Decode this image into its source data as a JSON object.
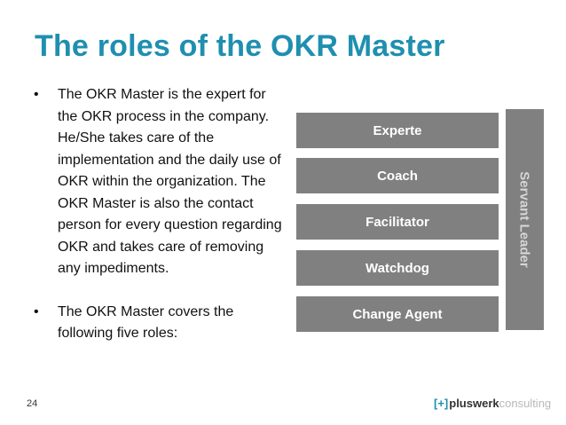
{
  "slide": {
    "title": "The roles of the OKR Master",
    "bullets": [
      "The OKR Master is the expert for the OKR process in the company. He/She takes care of the implementation and the daily use of OKR within the organization. The OKR Master is also the contact person for every question regarding OKR and takes care of removing any impediments.",
      "The OKR Master covers the following five roles:"
    ],
    "roles": [
      "Experte",
      "Coach",
      "Facilitator",
      "Watchdog",
      "Change Agent"
    ],
    "side_label": "Servant Leader",
    "page_number": "24",
    "logo": {
      "mark": "[+]",
      "word": "pluswerk",
      "sub": "consulting"
    },
    "colors": {
      "title": "#1f8fb0",
      "box": "#808080",
      "box_text": "#ffffff",
      "side_text": "#d6d6d6"
    }
  }
}
